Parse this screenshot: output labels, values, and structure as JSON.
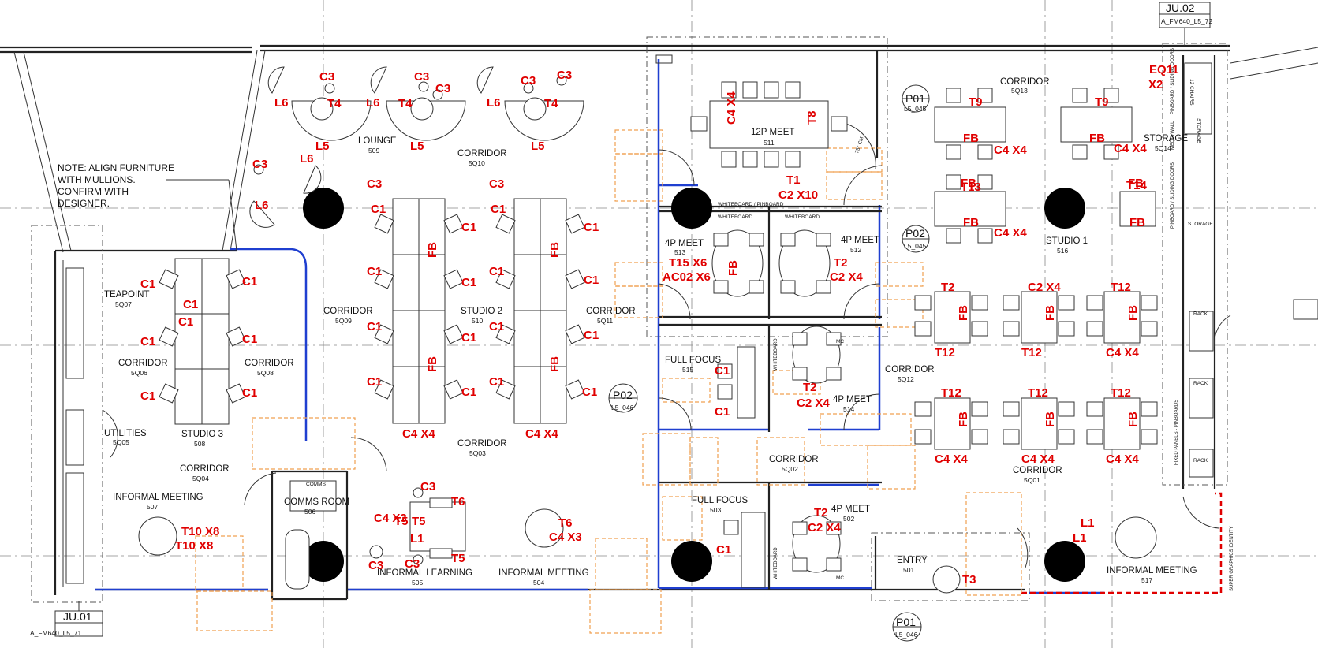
{
  "note": {
    "lines": [
      "NOTE: ALIGN FURNITURE",
      "WITH MULLIONS.",
      "CONFIRM WITH",
      "DESIGNER."
    ]
  },
  "references": [
    {
      "id": "JU.02",
      "sub": "A_FM640_L5_72"
    },
    {
      "id": "JU.01",
      "sub": "A_FM640_L5_71"
    }
  ],
  "section_markers": [
    {
      "id": "P01",
      "sub": "L5_045"
    },
    {
      "id": "P02",
      "sub": "L5_045"
    },
    {
      "id": "P02",
      "sub": "L5_046"
    },
    {
      "id": "P01",
      "sub": "L5_046"
    }
  ],
  "rooms": [
    {
      "name": "LOUNGE",
      "num": "509"
    },
    {
      "name": "CORRIDOR",
      "num": "5Q10"
    },
    {
      "name": "12P MEET",
      "num": "511"
    },
    {
      "name": "CORRIDOR",
      "num": "5Q13"
    },
    {
      "name": "STORAGE",
      "num": "5Q14"
    },
    {
      "name": "TEAPOINT",
      "num": "5Q07"
    },
    {
      "name": "4P MEET",
      "num": "513"
    },
    {
      "name": "4P MEET",
      "num": "512"
    },
    {
      "name": "STUDIO 1",
      "num": "516"
    },
    {
      "name": "CORRIDOR",
      "num": "5Q09"
    },
    {
      "name": "STUDIO 2",
      "num": "510"
    },
    {
      "name": "CORRIDOR",
      "num": "5Q11"
    },
    {
      "name": "CORRIDOR",
      "num": "5Q06"
    },
    {
      "name": "CORRIDOR",
      "num": "5Q08"
    },
    {
      "name": "FULL FOCUS",
      "num": "515"
    },
    {
      "name": "CORRIDOR",
      "num": "5Q12"
    },
    {
      "name": "4P MEET",
      "num": "514"
    },
    {
      "name": "UTILITIES",
      "num": "5Q05"
    },
    {
      "name": "STUDIO 3",
      "num": "508"
    },
    {
      "name": "CORRIDOR",
      "num": "5Q03"
    },
    {
      "name": "CORRIDOR",
      "num": "5Q02"
    },
    {
      "name": "CORRIDOR",
      "num": "5Q01"
    },
    {
      "name": "CORRIDOR",
      "num": "5Q04"
    },
    {
      "name": "COMMS ROOM",
      "num": "506"
    },
    {
      "name": "INFORMAL MEETING",
      "num": "507"
    },
    {
      "name": "FULL FOCUS",
      "num": "503"
    },
    {
      "name": "4P MEET",
      "num": "502"
    },
    {
      "name": "INFORMAL LEARNING",
      "num": "505"
    },
    {
      "name": "INFORMAL MEETING",
      "num": "504"
    },
    {
      "name": "ENTRY",
      "num": "501"
    },
    {
      "name": "INFORMAL MEETING",
      "num": "517"
    }
  ],
  "furniture_tags": [
    "C3",
    "C3",
    "C3",
    "C3",
    "C3",
    "C3",
    "C3",
    "C3",
    "C3",
    "C3",
    "C3",
    "L6",
    "L6",
    "L6",
    "L6",
    "L6",
    "T4",
    "T4",
    "T4",
    "L5",
    "L5",
    "L5",
    "T9",
    "T9",
    "T13",
    "T14",
    "EQ11",
    "X2",
    "C4 X4",
    "C4 X4",
    "C4 X4",
    "T1",
    "C2 X10",
    "C1",
    "C1",
    "C1",
    "C1",
    "C1",
    "C1",
    "C1",
    "C1",
    "C1",
    "C1",
    "C1",
    "C1",
    "C1",
    "C1",
    "C1",
    "C1",
    "C1",
    "C1",
    "C1",
    "C1",
    "C1",
    "C1",
    "C1",
    "C1",
    "C1",
    "C1",
    "C1",
    "T15 X6",
    "AC02 X6",
    "T2",
    "C2 X4",
    "T2",
    "C2 X4",
    "T2",
    "C2 X4",
    "T2",
    "C2 X4",
    "T12",
    "T12",
    "T12",
    "T12",
    "T12",
    "T12",
    "C4 X4",
    "C4 X4",
    "C4 X4",
    "C4 X4",
    "C4 X4",
    "C4 X4",
    "T10 X8",
    "T10 X8",
    "T6",
    "C4 X3",
    "T6",
    "C4 X3",
    "T5",
    "T5",
    "T5",
    "L1",
    "L1",
    "L1",
    "T3",
    "C4 X4",
    "T8",
    "FB",
    "FB",
    "FB",
    "FB",
    "FB",
    "FB",
    "FB",
    "FB",
    "FB",
    "FB",
    "FB",
    "FB",
    "FB",
    "FB",
    "FB",
    "FB",
    "FB",
    "FB",
    "FB"
  ],
  "small_labels": {
    "whiteboard_pinboard": "WHITEBOARD / PINBOARD",
    "whiteboard": "WHITEBOARD",
    "dim": "75° CM",
    "comms": "COMMS",
    "chairs": "12 CHAIRS",
    "storage": "STORAGE",
    "media_wall": "MEDIA WALL",
    "rack": "RACK",
    "pinboard_doors": "PINBOARD / SLIDING DOORS",
    "super_graphics": "SUPER GRAPHICS IDENTITY",
    "fixed_panels": "FIXED PANELS - PINBOARDS",
    "mc": "MC"
  },
  "colors": {
    "tag": "#e00000",
    "glass": "#1f3fd0",
    "dash_orange": "#f0a050",
    "fire_line": "#e00000"
  }
}
